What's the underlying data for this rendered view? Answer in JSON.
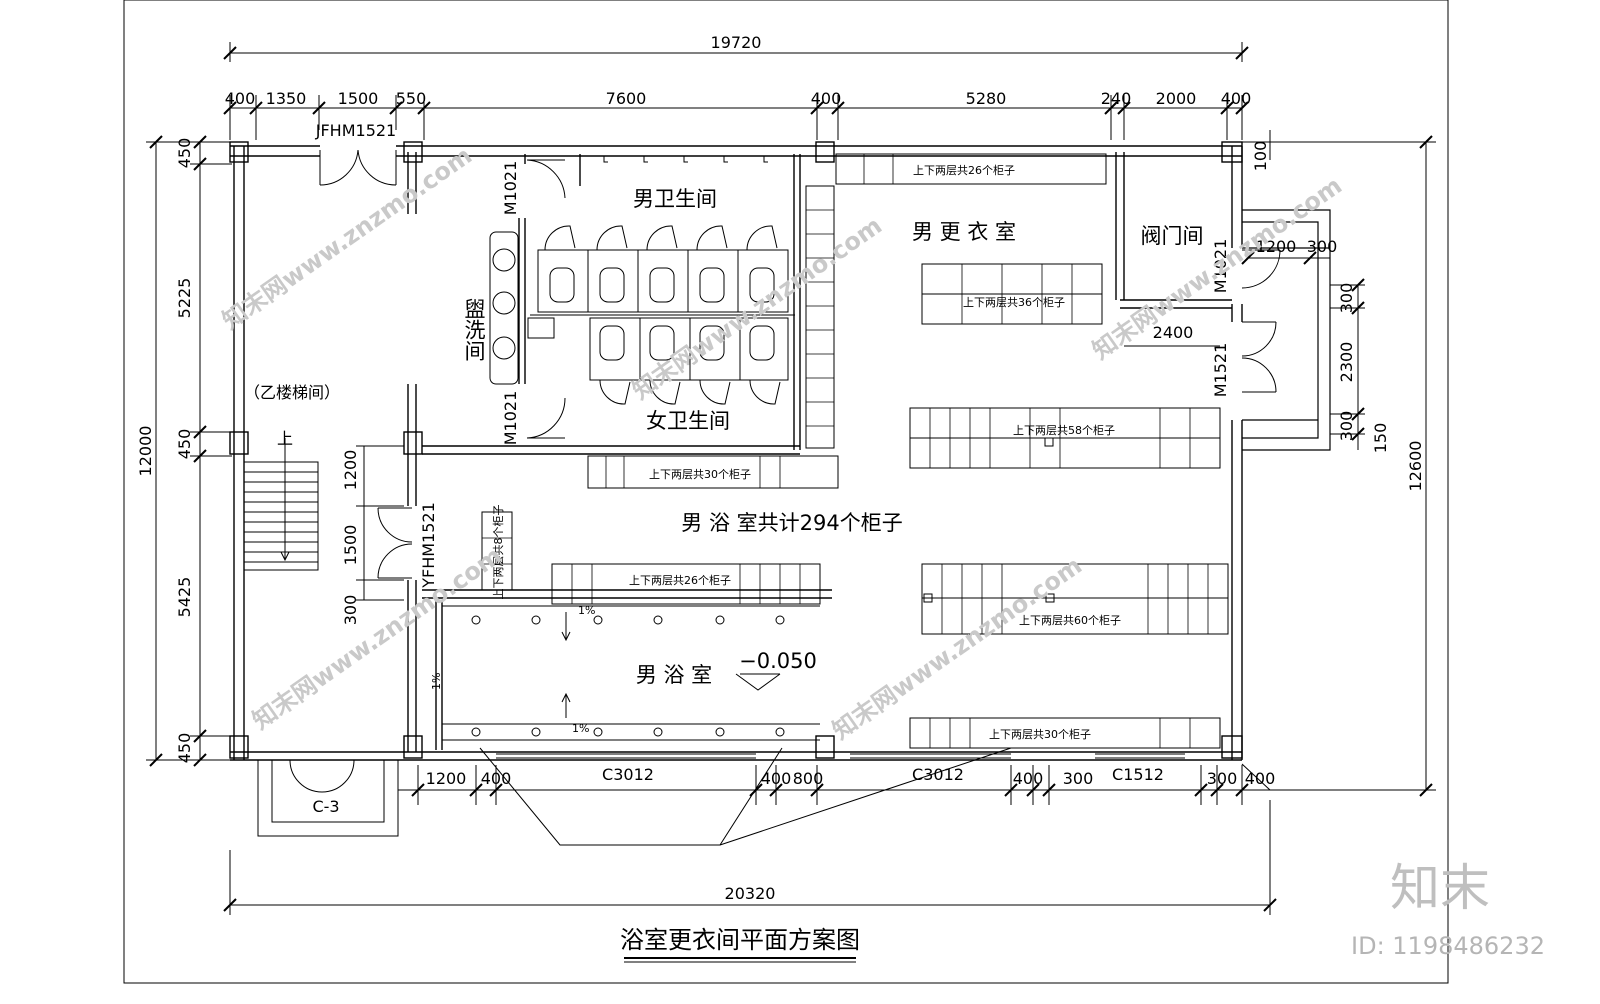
{
  "dims": {
    "overall_top": "19720",
    "overall_bottom": "20320",
    "overall_left": "12000",
    "overall_right": "12600",
    "top_segments": [
      "400",
      "1350",
      "1500",
      "550",
      "7600",
      "400",
      "5280",
      "240",
      "2000",
      "400"
    ],
    "left_segments": [
      "450",
      "5225",
      "450",
      "5425",
      "450"
    ],
    "bottom_segments": [
      "1200",
      "400",
      "C3012",
      "400",
      "800",
      "C3012",
      "400",
      "300",
      "C1512",
      "300",
      "400"
    ],
    "door_dims": [
      "1200",
      "1500",
      "300"
    ],
    "right_misc": [
      "100",
      "1200",
      "300",
      "2400",
      "300",
      "2300",
      "300",
      "150"
    ]
  },
  "door_labels": {
    "jfhm": "JFHM1521",
    "m1021_top": "M1021",
    "m1021_bottom": "M1021",
    "yfhm": "YFHM1521",
    "m1021_valve": "M1021",
    "m1521": "M1521",
    "c3": "C-3"
  },
  "rooms": {
    "men_toilet": "男卫生间",
    "women_toilet": "女卫生间",
    "washroom": "盥洗间",
    "stair": "（乙楼梯间）",
    "stair_up": "上",
    "locker_room": "男 更 衣 室",
    "valve_room": "阀门间",
    "bath_total": "男 浴  室共计294个柜子",
    "bath_room": "男 浴  室",
    "elevation": "−0.050",
    "slope1": "1%",
    "slope2": "1%",
    "slope3": "1%"
  },
  "lockers": {
    "l26a": "上下两层共26个柜子",
    "l36": "上下两层共36个柜子",
    "l58": "上下两层共58个柜子",
    "l30a": "上下两层共30个柜子",
    "l8": "上下两层共8个柜子",
    "l26b": "上下两层共26个柜子",
    "l60": "上下两层共60个柜子",
    "l30b": "上下两层共30个柜子"
  },
  "title": "浴室更衣间平面方案图",
  "watermark": {
    "brand": "知末",
    "id": "ID: 1198486232",
    "site": "知末网www.znzmo.com"
  }
}
